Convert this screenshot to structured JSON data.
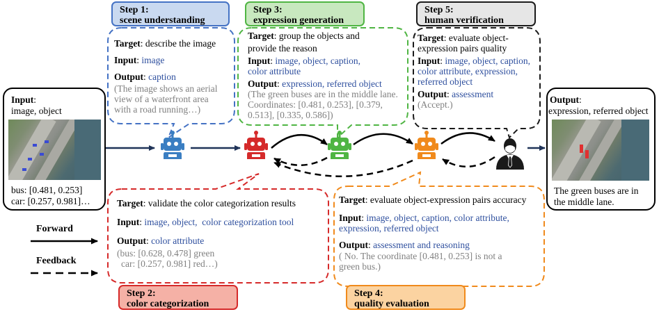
{
  "input_box": {
    "label": "Input",
    "colon": ":",
    "value": "image, object",
    "coord_line1": "bus: [0.481, 0.253]",
    "coord_line2": "car: [0.257, 0.981]…"
  },
  "output_box": {
    "label": "Output",
    "colon": ":",
    "value": "expression, referred object",
    "caption_line1": "The green buses are in",
    "caption_line2": "the middle lane."
  },
  "legend": {
    "forward_label": "Forward",
    "feedback_label": "Feedback"
  },
  "steps": {
    "step1": {
      "tab_line1": "Step 1:",
      "tab_line2": "scene understanding",
      "target_key": "Target",
      "target_val": ": describe the image",
      "input_key": "Input",
      "input_sep": ":",
      "input_val": "image",
      "output_key": "Output",
      "output_sep": ":",
      "output_val": "caption",
      "example": [
        "(The image shows an aerial",
        "view of a waterfront area",
        "with a road running…)"
      ]
    },
    "step2": {
      "tab_line1": "Step 2:",
      "tab_line2": "color categorization",
      "target_key": "Target",
      "target_val": ": validate the color categorization results",
      "input_key": "Input",
      "input_sep": ":",
      "input_val": "image, object,  color categorization tool",
      "output_key": "Output",
      "output_sep": ":",
      "output_val": "color attribute",
      "example": [
        "(bus: [0.628, 0.478] green",
        "car: [0.257, 0.981] red…)"
      ]
    },
    "step3": {
      "tab_line1": "Step 3:",
      "tab_line2": "expression generation",
      "target_key": "Target",
      "target_val1": ": group the objects and",
      "target_val2": "provide the reason",
      "input_key": "Input",
      "input_sep": ":",
      "input_val1": "image, object, caption,",
      "input_val2": "color attribute",
      "output_key": "Output",
      "output_sep": ":",
      "output_val": "expression, referred object",
      "example": [
        "(The green buses are in the middle lane.",
        "Coordinates: [0.481, 0.253], [0.379,",
        "0.513], [0.335, 0.586])"
      ]
    },
    "step4": {
      "tab_line1": "Step 4:",
      "tab_line2": "quality evaluation",
      "target_key": "Target",
      "target_val": ": evaluate object-expression pairs accuracy",
      "input_key": "Input",
      "input_sep": ":",
      "input_val1": "image, object, caption, color attribute,",
      "input_val2": "expression, referred object",
      "output_key": "Output",
      "output_sep": ":",
      "output_val": "assessment and reasoning",
      "example": [
        "( No. The coordinate [0.481, 0.253] is not a",
        "green bus.)"
      ]
    },
    "step5": {
      "tab_line1": "Step 5:",
      "tab_line2": "human verification",
      "target_key": "Target",
      "target_val1": ": evaluate object-",
      "target_val2": "expression pairs quality",
      "input_key": "Input",
      "input_sep": ":",
      "input_val1": "image, object, caption,",
      "input_val2": "color attribute, expression,",
      "input_val3": "referred object",
      "output_key": "Output",
      "output_sep": ":",
      "output_val": "assessment",
      "example": [
        "(Accept.)"
      ]
    }
  },
  "agents": [
    {
      "id": "agent-1",
      "color": "#3a7ec2",
      "icon": "robot-icon"
    },
    {
      "id": "agent-2",
      "color": "#d52a2a",
      "icon": "robot-icon"
    },
    {
      "id": "agent-3",
      "color": "#4fb543",
      "icon": "robot-icon"
    },
    {
      "id": "agent-4",
      "color": "#f08a1c",
      "icon": "robot-icon"
    },
    {
      "id": "human",
      "color": "#1a1a1a",
      "icon": "human-verifier-icon"
    }
  ],
  "colors": {
    "step1": "#4472c4",
    "step1_fill": "#c9d9f0",
    "step2": "#d62a2a",
    "step2_fill": "#f5b1a6",
    "step3": "#4fb543",
    "step3_fill": "#c8e8bf",
    "step4": "#f08a1c",
    "step4_fill": "#fbd3a1",
    "step5": "#1a1a1a",
    "step5_fill": "#e6e6e6",
    "navy": "#1f3358",
    "value_text": "#2e4f9e",
    "example_text": "#808080"
  }
}
